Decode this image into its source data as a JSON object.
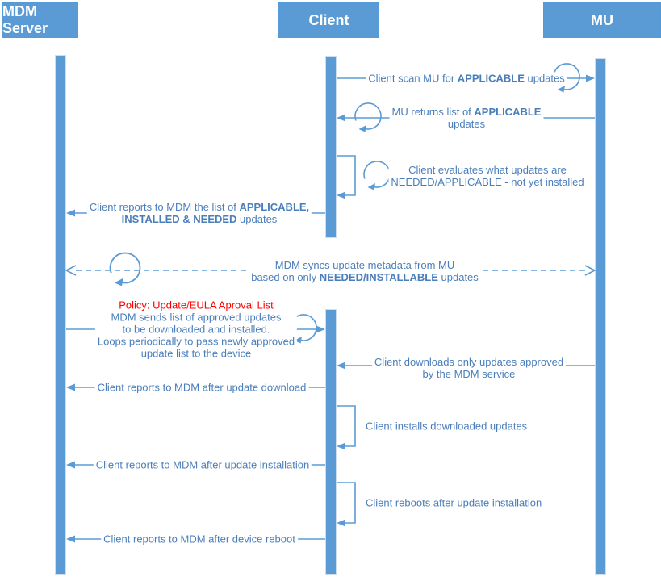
{
  "actors": {
    "mdm": "MDM Server",
    "client": "Client",
    "mu": "MU"
  },
  "colors": {
    "accent": "#5B9BD5",
    "message_text": "#4A7EBB",
    "policy_red": "#FF0000",
    "actor_text": "#FFFFFF"
  },
  "messages": {
    "scan": [
      [
        "Client scan MU for ",
        "APPLICABLE",
        " updates"
      ]
    ],
    "mu_returns": [
      [
        "MU returns list of ",
        "APPLICABLE"
      ],
      [
        "updates"
      ]
    ],
    "evaluates": [
      [
        "Client evaluates what updates are"
      ],
      [
        "NEEDED/APPLICABLE - not yet installed"
      ]
    ],
    "report_list": [
      [
        "Client reports to MDM the list of ",
        "APPLICABLE,"
      ],
      [
        "INSTALLED & NEEDED",
        " updates"
      ]
    ],
    "sync": [
      [
        "MDM syncs update metadata from MU"
      ],
      [
        "based on only ",
        "NEEDED/INSTALLABLE",
        " updates"
      ]
    ],
    "policy": {
      "title": "Policy: Update/EULA Aproval List",
      "lines": [
        "MDM sends list of approved updates",
        "to be downloaded and installed.",
        "Loops periodically to pass newly approved",
        "update list to the device"
      ]
    },
    "downloads": [
      [
        "Client downloads only updates approved"
      ],
      [
        "by the MDM service"
      ]
    ],
    "report_download": [
      [
        "Client reports to MDM after update download"
      ]
    ],
    "installs": [
      [
        "Client installs downloaded updates"
      ]
    ],
    "report_install": [
      [
        "Client reports to MDM after update installation"
      ]
    ],
    "reboots": [
      [
        "Client reboots after update installation"
      ]
    ],
    "report_reboot": [
      [
        "Client reports to MDM after device reboot"
      ]
    ]
  }
}
